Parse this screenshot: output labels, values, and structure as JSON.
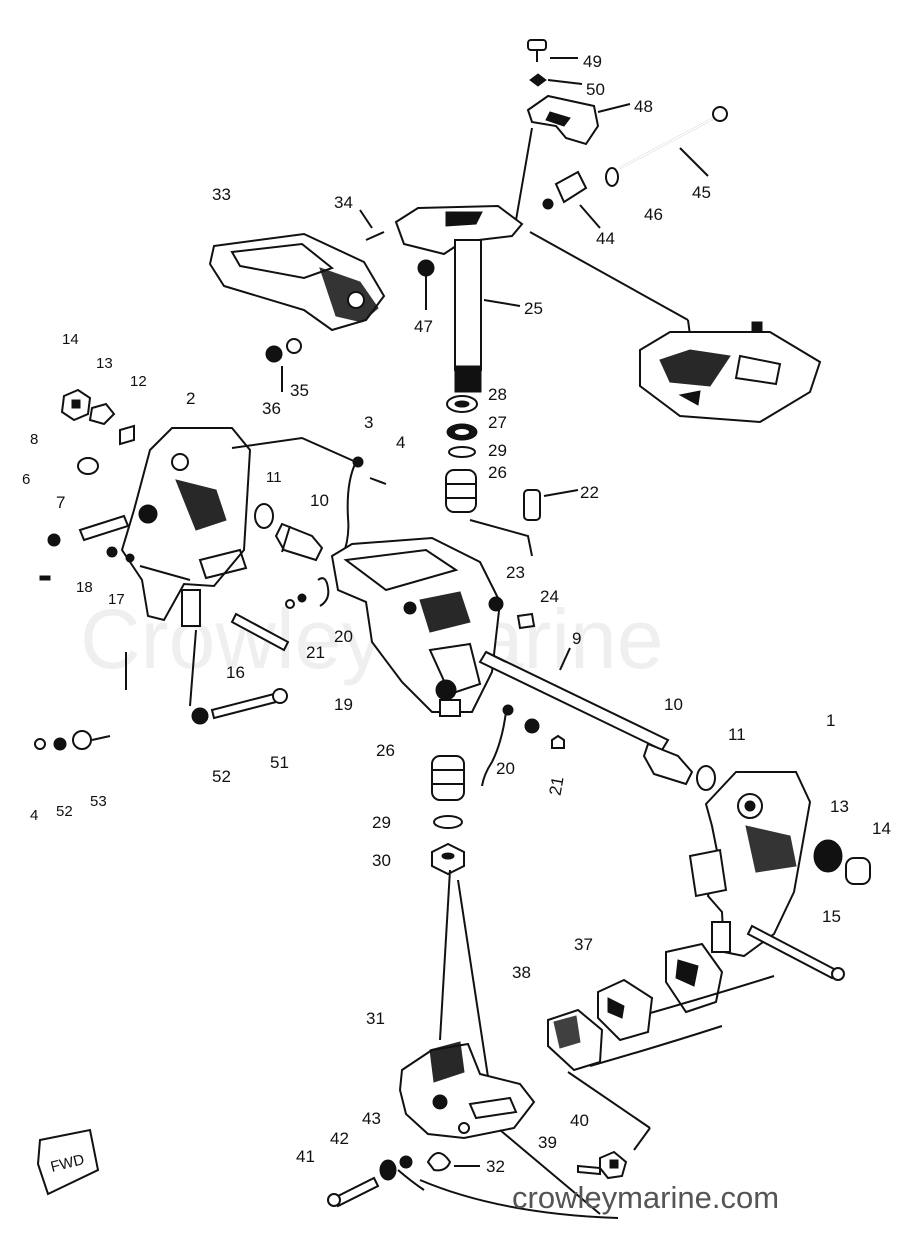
{
  "watermark": "Crowley Marine",
  "site": "crowleymarine.com",
  "labels": {
    "l49": "49",
    "l50": "50",
    "l48": "48",
    "l45": "45",
    "l46": "46",
    "l44": "44",
    "l33": "33",
    "l34": "34",
    "l25": "25",
    "l47": "47",
    "l14a": "14",
    "l13a": "13",
    "l12": "12",
    "l2": "2",
    "l8": "8",
    "l6": "6",
    "l7": "7",
    "l35": "35",
    "l36": "36",
    "l3": "3",
    "l4a": "4",
    "l28": "28",
    "l27": "27",
    "l29a": "29",
    "l26a": "26",
    "l22": "22",
    "l11a": "11",
    "l10a": "10",
    "l18": "18",
    "l17": "17",
    "l16": "16",
    "l21a": "21",
    "l20a": "20",
    "l23": "23",
    "l24": "24",
    "l9": "9",
    "l19": "19",
    "l52a": "52",
    "l51": "51",
    "l4b": "4",
    "l52b": "52",
    "l53": "53",
    "l26b": "26",
    "l20b": "20",
    "l21b": "21",
    "l10b": "10",
    "l11b": "11",
    "l1": "1",
    "l13b": "13",
    "l14b": "14",
    "l29b": "29",
    "l30": "30",
    "l15": "15",
    "l37": "37",
    "l38": "38",
    "l31": "31",
    "l39": "39",
    "l40": "40",
    "l41": "41",
    "l42": "42",
    "l43": "43",
    "l32": "32"
  },
  "logo_mark": "FWD"
}
